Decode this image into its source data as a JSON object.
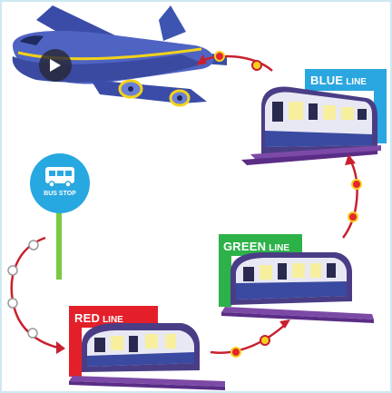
{
  "lines": {
    "blue": {
      "name": "BLUE",
      "suffix": "LINE",
      "color": "#2aa6e0"
    },
    "green": {
      "name": "GREEN",
      "suffix": "LINE",
      "color": "#2db24a"
    },
    "red": {
      "name": "RED",
      "suffix": "LINE",
      "color": "#e3202a"
    }
  },
  "bus_stop": {
    "label": "BUS STOP",
    "sign_color": "#28a8e0",
    "pole_color": "#7ac943"
  },
  "video": {
    "control_icon": "play-icon"
  },
  "colors": {
    "border": "#cfe8f2",
    "path": "#c8202f",
    "dot_red": "#e4262e",
    "dot_yellow": "#f4d21f",
    "dot_outline": "#c8202f"
  }
}
